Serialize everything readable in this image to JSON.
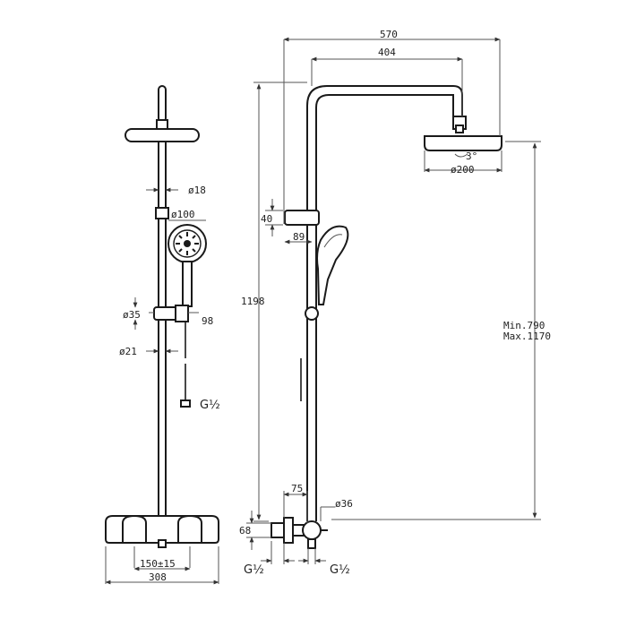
{
  "front_view": {
    "dim_bar_diameter": "ø18",
    "dim_hand_shower_diameter": "ø100",
    "dim_holder_diameter": "ø35",
    "dim_holder_width": "98",
    "dim_pipe_diameter": "ø21",
    "dim_hose_connection": "G½",
    "dim_center_distance": "150±15",
    "dim_total_width": "308"
  },
  "side_view": {
    "dim_total_reach": "570",
    "dim_arm_reach": "404",
    "dim_head_diameter": "ø200",
    "dim_tilt_angle": "3°",
    "dim_holder_height": "40",
    "dim_holder_offset": "89",
    "dim_total_height": "1198",
    "dim_min_height": "Min.790",
    "dim_max_height": "Max.1170",
    "dim_wall_offset": "75",
    "dim_connector_diameter": "ø36",
    "dim_wall_height": "68",
    "dim_inlet_left": "G½",
    "dim_inlet_right": "G½"
  }
}
